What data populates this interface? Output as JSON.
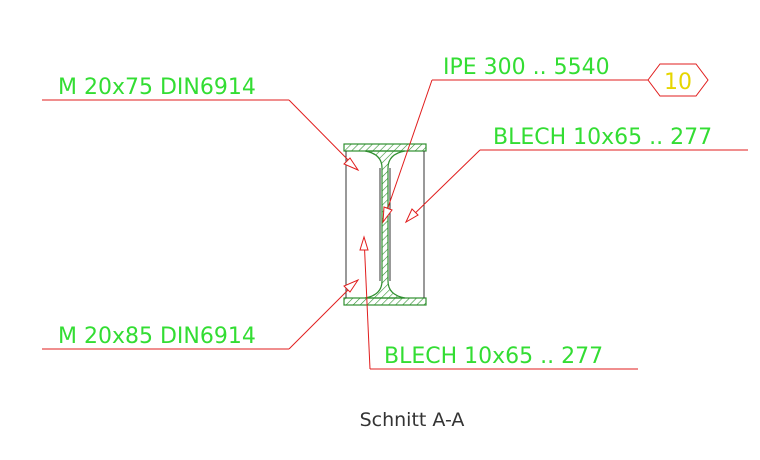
{
  "labels": {
    "bolt_top": "M 20x75 DIN6914",
    "beam": "IPE 300 .. 5540",
    "position_number": "10",
    "plate_right": "BLECH 10x65 .. 277",
    "bolt_bottom": "M 20x85 DIN6914",
    "plate_bottom": "BLECH 10x65 .. 277"
  },
  "caption": "Schnitt A-A",
  "colors": {
    "leader": "#e11d1d",
    "label_text": "#33dd33",
    "balloon_text": "#e6d600",
    "steel_outline": "#2f8f2f",
    "hatch": "#2f8f2f",
    "web_lines": "#333333",
    "caption_text": "#333333",
    "background": "#ffffff"
  }
}
